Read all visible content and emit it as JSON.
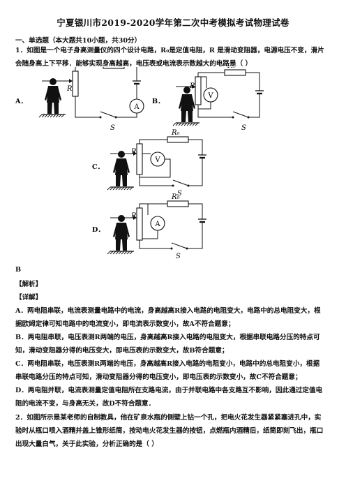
{
  "doc": {
    "title": "宁夏银川市2019-2020学年第二次中考模拟考试物理试卷",
    "section": "一、单选题（本大题共10小题，共30分）",
    "q1": {
      "line1": "1．如图是一个电子身高测量仪的四个设计电路，R₀是定值电阻，R 是滑动变阻器，电源电压不变，滑片",
      "line2": "会随身高上下平移．能够实现身高越高，电压表或电流表示数越大的电路是（    ）"
    },
    "options": [
      {
        "label": "A．",
        "meter": "A"
      },
      {
        "label": "B．",
        "meter": "V"
      },
      {
        "label": "C．",
        "meter": "V"
      },
      {
        "label": "D．",
        "meter": "A"
      }
    ],
    "symbols": {
      "r": "R",
      "r0": "R₀",
      "switch": "S"
    },
    "answer": "B",
    "analysis_tag": "【解析】",
    "detail_tag": "【详解】",
    "explanation": [
      "A．两电阻串联，电流表测量电路中的电流，身高越高R接入电路的电阻变大，电路中的总电阻变大，根",
      "据欧姆定律可知电路中的电流变小，即电流表示数变小，故A不符合题意；",
      "B．两电阻串联，电压表测R两端的电压，身高越高R接入电路的电阻变大，根据串联电路分压的特点可",
      "知，滑动变阻器分得的电压变大，即电压表的示数变大，故B符合题意；",
      "C．两电阻串联，电压表测R两端的电压，身高越高R接入电路的电阻变小，电路中的总电阻变小，根据",
      "串联电路分压的特点可知，滑动变阻器分得的电压变小，即电压表的示数变小，故C不符合题意；",
      "D．两电阻并联，电流表测量定值电阻所在支路电流，由于并联电路中各支路互不影响，因此通过定值电",
      "阻的电流不变，与身高无关，故D不符合题意．"
    ],
    "q2": [
      "2．如图所示是某老师的自制教具，他在矿泉水瓶的侧壁上钻一个孔，把电火花发生器紧紧塞进孔中，实",
      "验时从瓶口喷入酒精并盖上锥形纸筒，按动电火花发生器的按钮，点燃瓶内酒精后，纸筒即刻飞出，瓶口",
      "出现大量白气，关于此实验，分析正确的是（    ）"
    ]
  }
}
